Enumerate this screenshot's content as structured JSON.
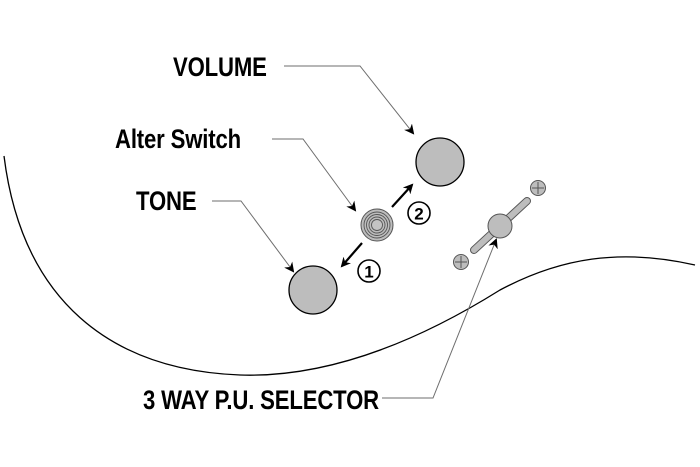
{
  "labels": {
    "volume": "VOLUME",
    "alter_switch": "Alter Switch",
    "tone": "TONE",
    "selector": "3 WAY P.U. SELECTOR"
  },
  "switch_positions": {
    "position_1": "1",
    "position_2": "2"
  },
  "components": [
    {
      "name": "volume-knob",
      "description": "Volume control knob"
    },
    {
      "name": "alter-switch",
      "description": "Alter switch (push/pull) with positions 1 and 2"
    },
    {
      "name": "tone-knob",
      "description": "Tone control knob"
    },
    {
      "name": "pickup-selector",
      "description": "3-way pickup selector switch with two mounting screws"
    }
  ],
  "colors": {
    "component_fill": "#bdbdbd",
    "outline": "#000000",
    "leader_line": "#6e6e6e",
    "background": "#ffffff"
  }
}
